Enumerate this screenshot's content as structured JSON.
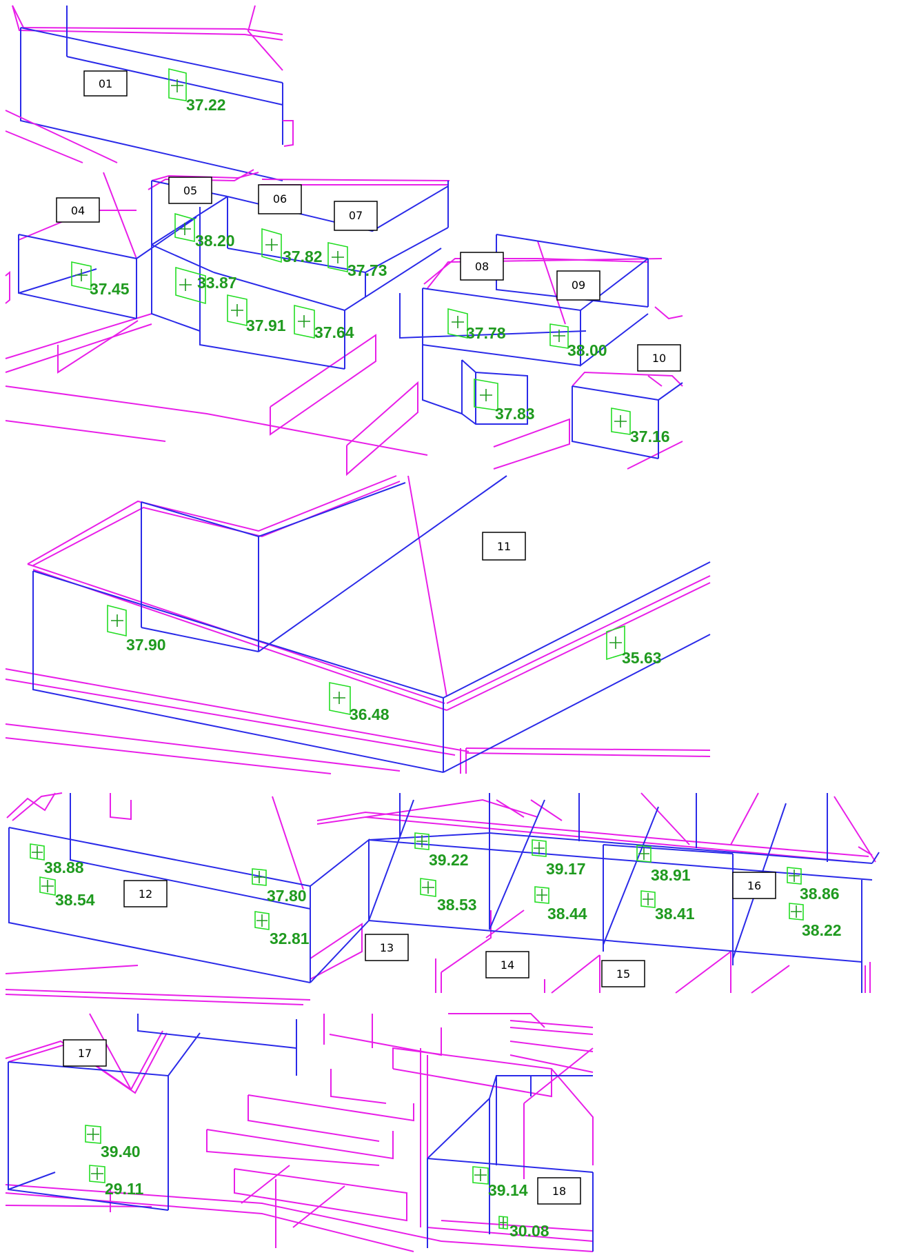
{
  "panels": [
    {
      "id": "panel-1",
      "buildings": [
        {
          "id": "01"
        }
      ],
      "markers": [
        {
          "value": "37.22"
        }
      ]
    },
    {
      "id": "panel-2",
      "buildings": [
        {
          "id": "04"
        },
        {
          "id": "05"
        },
        {
          "id": "06"
        },
        {
          "id": "07"
        },
        {
          "id": "08"
        },
        {
          "id": "09"
        },
        {
          "id": "10"
        }
      ],
      "markers": [
        {
          "value": "38.20"
        },
        {
          "value": "37.82"
        },
        {
          "value": "37.73"
        },
        {
          "value": "37.45"
        },
        {
          "value": "33.87"
        },
        {
          "value": "37.91"
        },
        {
          "value": "37.64"
        },
        {
          "value": "37.78"
        },
        {
          "value": "38.00"
        },
        {
          "value": "37.83"
        },
        {
          "value": "37.16"
        }
      ]
    },
    {
      "id": "panel-3",
      "buildings": [
        {
          "id": "11"
        }
      ],
      "markers": [
        {
          "value": "37.90"
        },
        {
          "value": "35.63"
        },
        {
          "value": "36.48"
        }
      ]
    },
    {
      "id": "panel-4",
      "buildings": [
        {
          "id": "12"
        },
        {
          "id": "13"
        },
        {
          "id": "14"
        },
        {
          "id": "15"
        },
        {
          "id": "16"
        }
      ],
      "markers": [
        {
          "value": "38.88"
        },
        {
          "value": "38.54"
        },
        {
          "value": "37.80"
        },
        {
          "value": "32.81"
        },
        {
          "value": "39.22"
        },
        {
          "value": "38.53"
        },
        {
          "value": "39.17"
        },
        {
          "value": "38.44"
        },
        {
          "value": "38.91"
        },
        {
          "value": "38.41"
        },
        {
          "value": "38.86"
        },
        {
          "value": "38.22"
        }
      ]
    },
    {
      "id": "panel-5",
      "buildings": [
        {
          "id": "17"
        },
        {
          "id": "18"
        }
      ],
      "markers": [
        {
          "value": "39.40"
        },
        {
          "value": "29.11"
        },
        {
          "value": "39.14"
        },
        {
          "value": "30.08"
        }
      ]
    }
  ],
  "colors": {
    "building_edge": "#2a2ae8",
    "roof_and_ground_edge": "#e81ee8",
    "marker": "#22dd22",
    "value_text": "#1f9a1f"
  },
  "icons": {
    "marker": "crosshair-marker-icon"
  }
}
